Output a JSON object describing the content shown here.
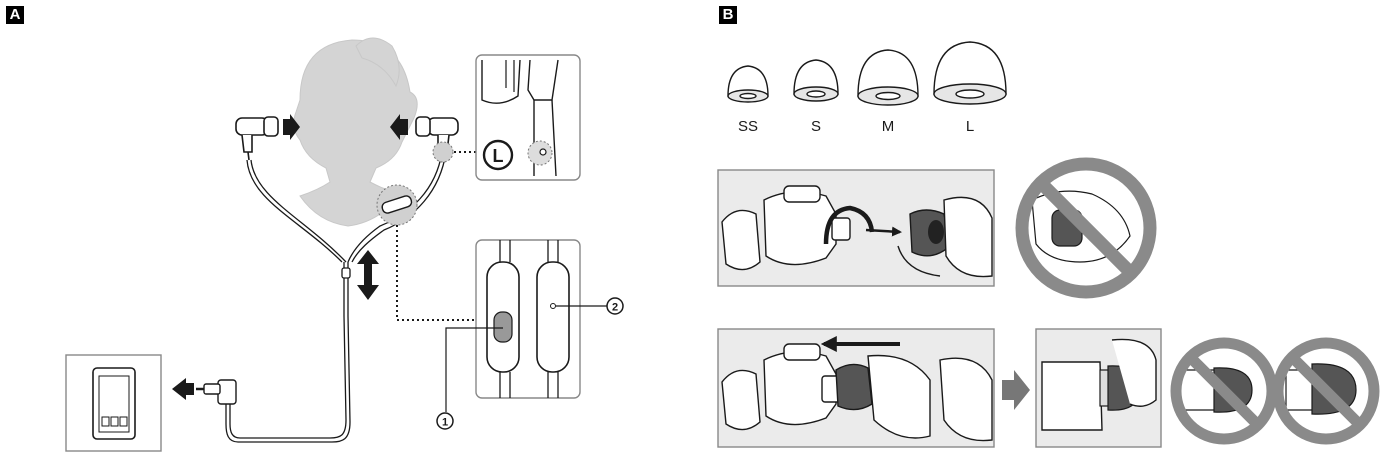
{
  "panels": {
    "a": {
      "label": "A"
    },
    "b": {
      "label": "B"
    }
  },
  "callouts": {
    "left_side_mark": "L",
    "one": "1",
    "two": "2"
  },
  "ear_tip_sizes": [
    "SS",
    "S",
    "M",
    "L"
  ],
  "icons": [
    "head-silhouette",
    "smartphone-icon",
    "earbud-icon",
    "remote-control-icon",
    "prohibited-icon",
    "arrow-icon"
  ],
  "colors": {
    "line": "#1a1a1a",
    "panel_fill": "#ebebeb",
    "silhouette": "#d4d4d4",
    "prohibit": "#8a8a8a",
    "callout_dot": "#d0d0d0"
  }
}
